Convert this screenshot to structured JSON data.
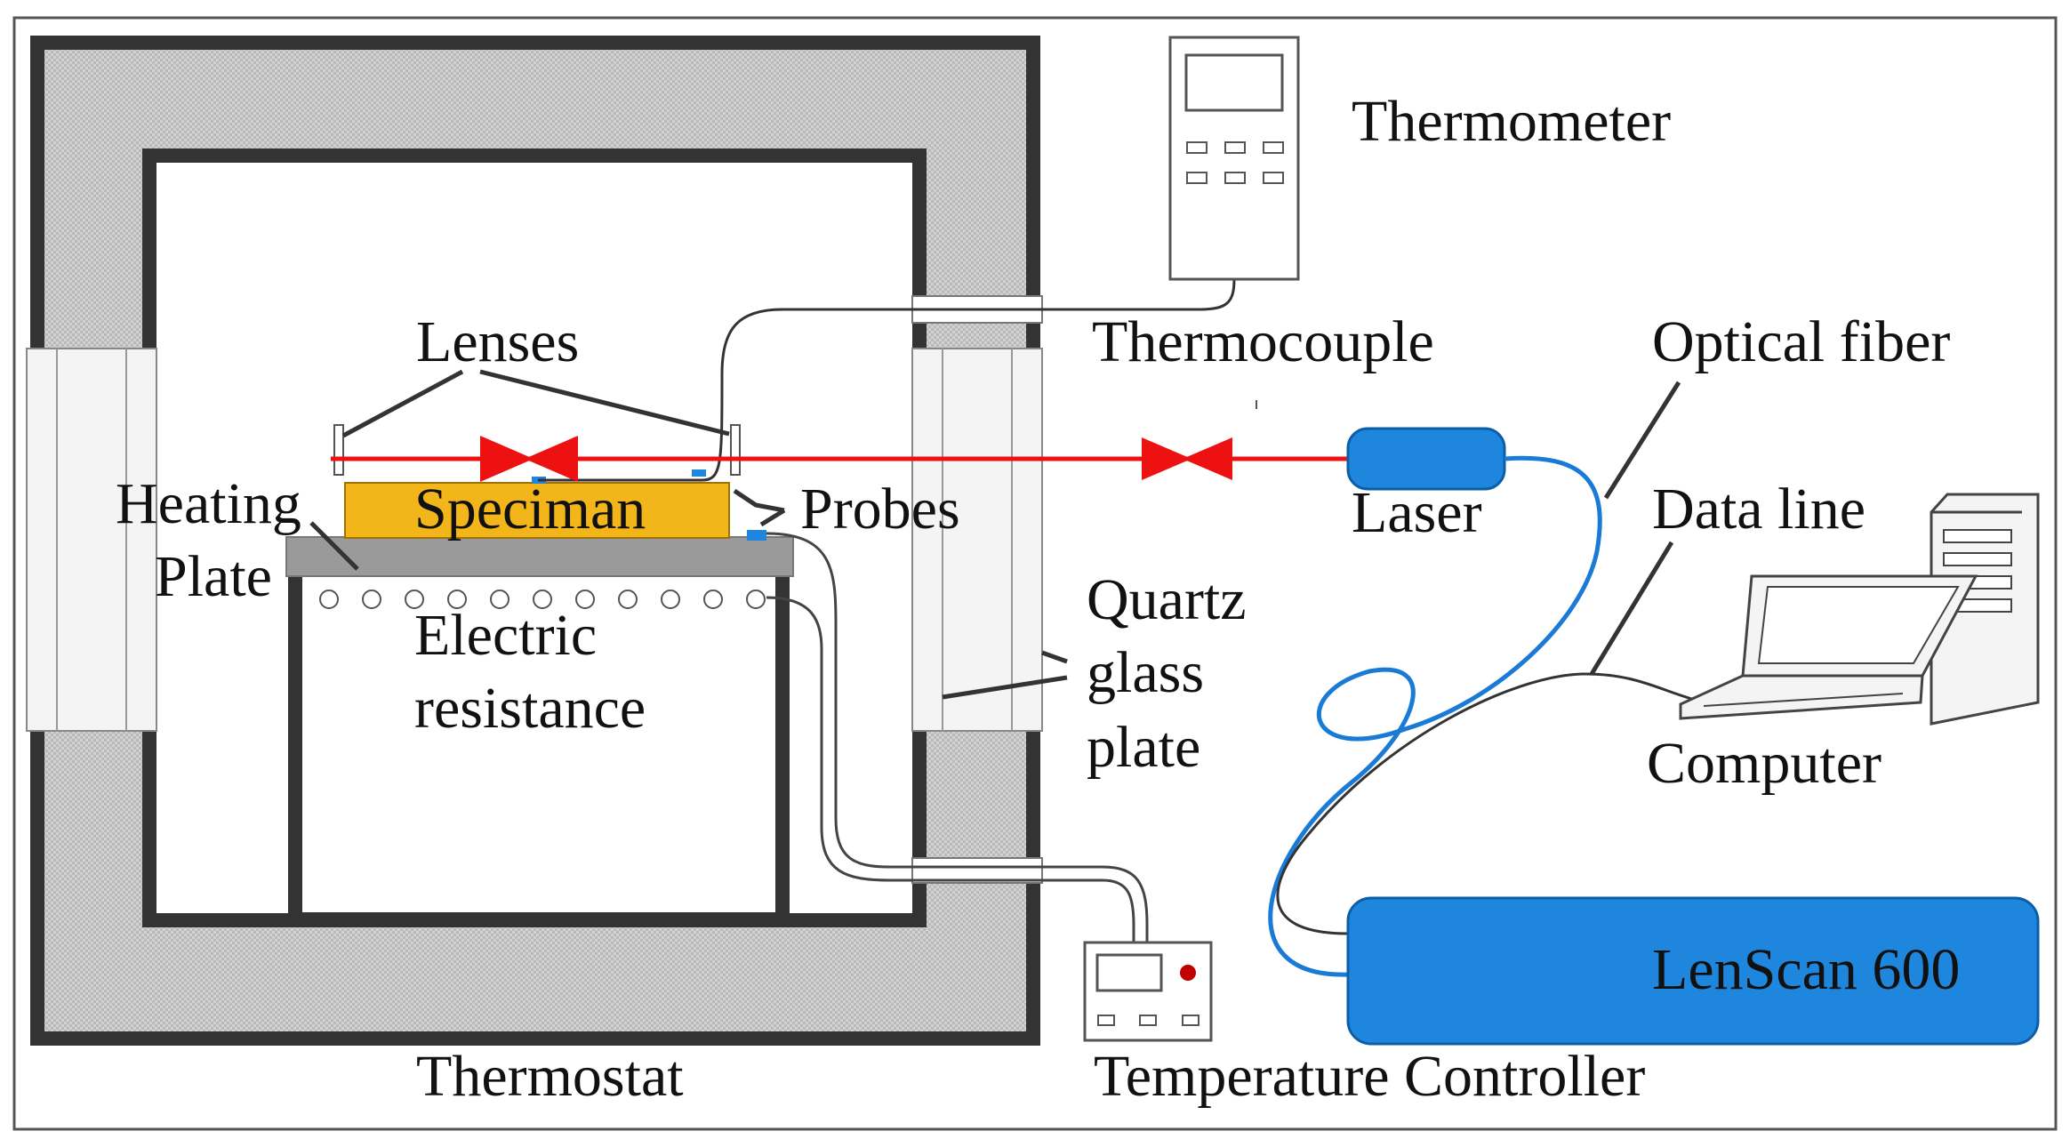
{
  "labels": {
    "thermometer": "Thermometer",
    "thermocouple": "Thermocouple",
    "lenses": "Lenses",
    "optical_fiber": "Optical fiber",
    "heating": "Heating",
    "plate": "Plate",
    "speciman": "Speciman",
    "probes": "Probes",
    "laser": "Laser",
    "data_line": "Data line",
    "quartz": "Quartz",
    "glass": "glass",
    "quartz_plate": "plate",
    "electric": "Electric",
    "resistance": "resistance",
    "computer": "Computer",
    "lenscan": "LenScan 600",
    "thermostat": "Thermostat",
    "temperature_controller": "Temperature Controller"
  },
  "colors": {
    "laser_beam": "#ee1111",
    "blue_device": "#1f86dd",
    "specimen": "#f2b51a",
    "heating_plate": "#9a9a9a",
    "walls": "#3a3a3a",
    "indicator": "#c00000"
  }
}
